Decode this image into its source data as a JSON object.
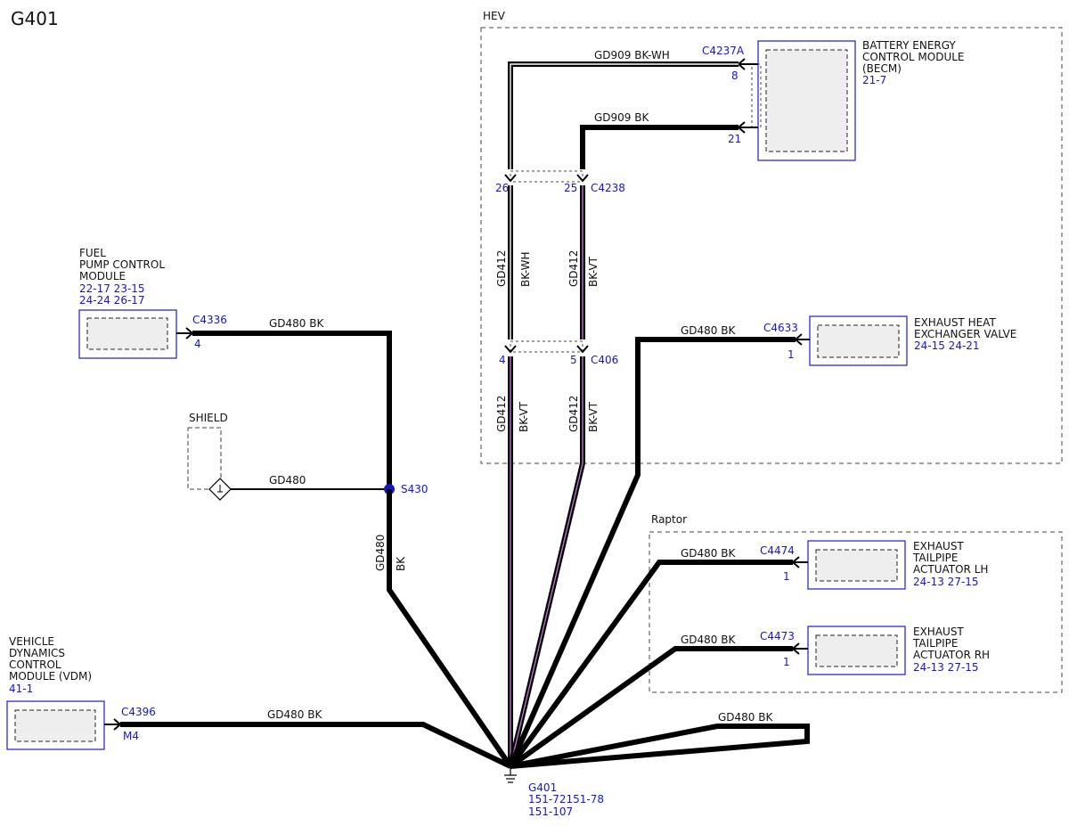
{
  "title": "G401",
  "groups": {
    "hev": "HEV",
    "raptor": "Raptor"
  },
  "modules": {
    "becm": {
      "lines": [
        "BATTERY ENERGY",
        "CONTROL MODULE",
        "(BECM)"
      ],
      "ref": "21-7",
      "connector": "C4237A",
      "pins": [
        "8",
        "21"
      ]
    },
    "fuel_pump": {
      "lines": [
        "FUEL",
        "PUMP CONTROL",
        "MODULE"
      ],
      "refs": [
        "22-17 23-15",
        "24-24 26-17"
      ],
      "connector": "C4336",
      "pin": "4"
    },
    "exhaust_heat": {
      "lines": [
        "EXHAUST HEAT",
        "EXCHANGER VALVE"
      ],
      "ref": "24-15 24-21",
      "connector": "C4633",
      "pin": "1"
    },
    "tailpipe_lh": {
      "lines": [
        "EXHAUST",
        "TAILPIPE",
        "ACTUATOR LH"
      ],
      "ref": "24-13 27-15",
      "connector": "C4474",
      "pin": "1"
    },
    "tailpipe_rh": {
      "lines": [
        "EXHAUST",
        "TAILPIPE",
        "ACTUATOR RH"
      ],
      "ref": "24-13 27-15",
      "connector": "C4473",
      "pin": "1"
    },
    "vdm": {
      "lines": [
        "VEHICLE",
        "DYNAMICS",
        "CONTROL",
        "MODULE (VDM)"
      ],
      "ref": "41-1",
      "connector": "C4396",
      "pin": "M4"
    }
  },
  "inline_connectors": {
    "c4238": {
      "name": "C4238",
      "pins": [
        "26",
        "25"
      ]
    },
    "c406": {
      "name": "C406",
      "pins": [
        "4",
        "5"
      ]
    }
  },
  "shield": {
    "label": "SHIELD"
  },
  "splice": {
    "name": "S430"
  },
  "wires": {
    "gd909_bkwh": "GD909  BK-WH",
    "gd909_bk": "GD909  BK",
    "gd412": "GD412",
    "bk_wh": "BK-WH",
    "bk_vt": "BK-VT",
    "gd480_bk": "GD480  BK",
    "gd480": "GD480",
    "bk": "BK"
  },
  "ground": {
    "name": "G401",
    "ref1": "151-72151-78",
    "ref2": "151-107"
  },
  "colors": {
    "wire": "#000000",
    "reference_blue": "#1515d0",
    "violet_stripe": "#c070d0"
  }
}
